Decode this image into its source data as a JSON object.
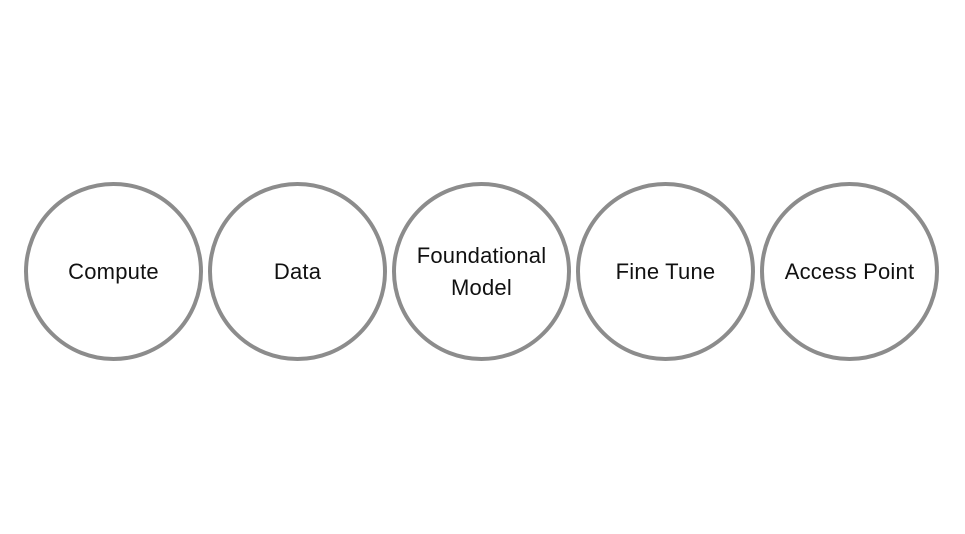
{
  "diagram": {
    "stages": [
      {
        "label": "Compute"
      },
      {
        "label": "Data"
      },
      {
        "label": "Foundational\nModel"
      },
      {
        "label": "Fine Tune"
      },
      {
        "label": "Access Point"
      }
    ],
    "colors": {
      "circle_border": "#8c8c8c",
      "text": "#111111",
      "background": "#ffffff"
    }
  }
}
